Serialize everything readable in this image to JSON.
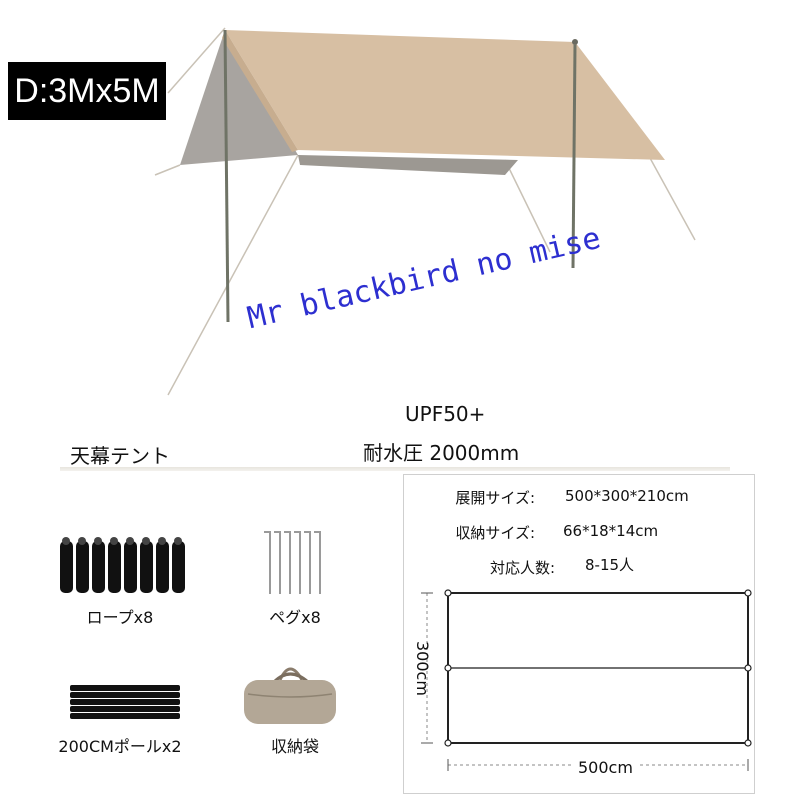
{
  "size_badge": "D:3Mx5M",
  "watermark": "Mr blackbird no mise",
  "product": {
    "name": "天幕テント",
    "upf": "UPF50+",
    "water_resistance": "耐水圧 2000mm"
  },
  "specs": [
    {
      "label": "展開サイズ:",
      "value": "500*300*210cm"
    },
    {
      "label": "収納サイズ:",
      "value": "66*18*14cm"
    },
    {
      "label": "対応人数:",
      "value": "8-15人"
    }
  ],
  "diagram": {
    "width_label": "500cm",
    "height_label": "300cm"
  },
  "accessories": [
    {
      "label": "ロープx8",
      "icon": "rope-bundles-icon"
    },
    {
      "label": "ペグx8",
      "icon": "pegs-icon"
    },
    {
      "label": "200CMポールx2",
      "icon": "poles-icon"
    },
    {
      "label": "収納袋",
      "icon": "storage-bag-icon"
    }
  ],
  "colors": {
    "tarp": "#d7bfa3",
    "tarp_under": "#a8a4a0",
    "watermark": "#2d2fd0",
    "badge_bg": "#000000"
  }
}
